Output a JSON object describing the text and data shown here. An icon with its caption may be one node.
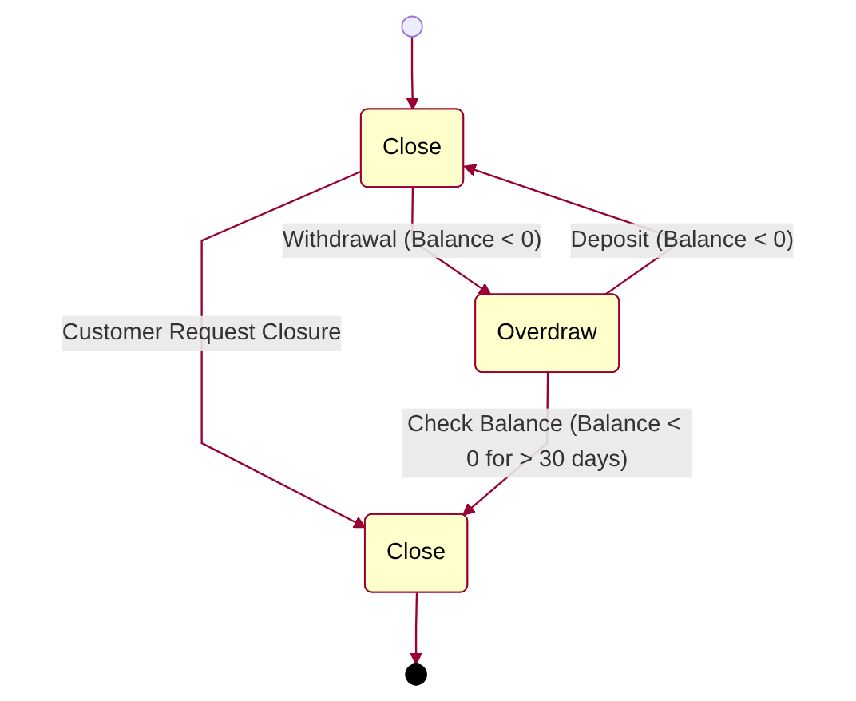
{
  "diagram": {
    "nodes": [
      {
        "text": [],
        "shape": "circle"
      },
      {
        "text": [
          "Close"
        ]
      },
      {
        "text": [
          "Overdraw"
        ]
      },
      {
        "text": [
          "Close"
        ]
      },
      {
        "text": [],
        "shape": "circle"
      }
    ],
    "edges": [
      {
        "from": 0,
        "to": 1,
        "arrow": "to"
      },
      {
        "from": 1,
        "to": 2,
        "arrow": "to",
        "label": "Withdrawal (Balance < 0)"
      },
      {
        "from": 2,
        "to": 1,
        "arrow": "to",
        "label": "Deposit (Balance < 0)"
      },
      {
        "from": 1,
        "to": 3,
        "arrow": "to",
        "label": "Customer Request Closure"
      },
      {
        "from": 2,
        "to": 3,
        "arrow": "to",
        "label": "Check Balance (Balance < 0 for > 30 days)"
      },
      {
        "from": 3,
        "to": 4,
        "arrow": "to"
      }
    ]
  }
}
